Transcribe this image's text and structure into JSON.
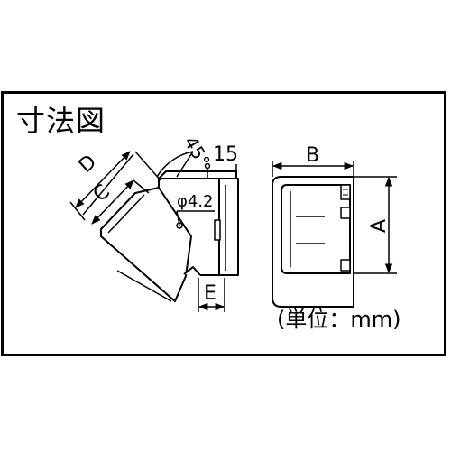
{
  "title": "寸法図",
  "unit_note": "(単位：mm)",
  "dimensions": {
    "A": "A",
    "B": "B",
    "C": "C",
    "D": "D",
    "E": "E",
    "angle": "45°",
    "offset": "15",
    "hole": "φ4.2"
  },
  "colors": {
    "line": "#000000",
    "fill": "#ffffff",
    "frame": "#000000"
  }
}
